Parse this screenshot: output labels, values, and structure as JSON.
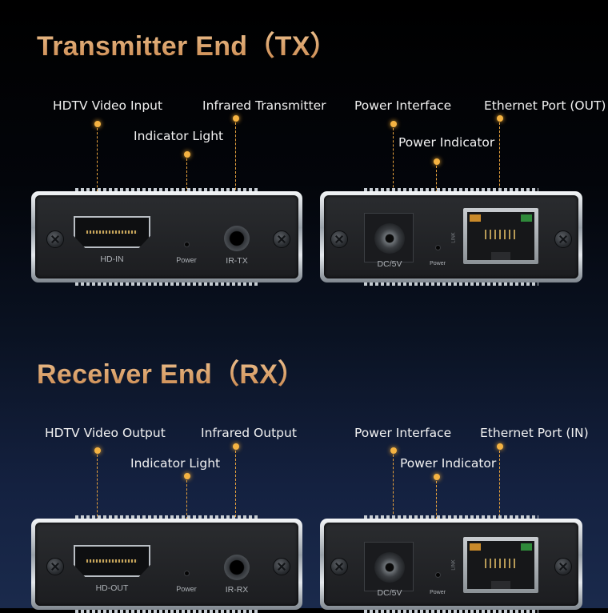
{
  "tx": {
    "title": "Transmitter End（TX）",
    "callouts": {
      "hdtv_in": "HDTV Video Input",
      "ir_tx": "Infrared Transmitter",
      "indicator": "Indicator Light",
      "power_interface": "Power Interface",
      "ethernet": "Ethernet Port (OUT)",
      "power_indicator": "Power Indicator"
    },
    "ports": {
      "hdmi": "HD-IN",
      "led": "Power",
      "ir": "IR-TX",
      "dc": "DC/5V",
      "power_small": "Power",
      "link": "LINK"
    }
  },
  "rx": {
    "title": "Receiver End（RX）",
    "callouts": {
      "hdtv_out": "HDTV Video Output",
      "ir_out": "Infrared Output",
      "indicator": "Indicator Light",
      "power_interface": "Power Interface",
      "ethernet": "Ethernet Port (IN)",
      "power_indicator": "Power Indicator"
    },
    "ports": {
      "hdmi": "HD-OUT",
      "led": "Power",
      "ir": "IR-RX",
      "dc": "DC/5V",
      "power_small": "Power",
      "link": "LINK"
    }
  },
  "colors": {
    "title_gradient_top": "#f2c998",
    "title_gradient_bottom": "#c9864c",
    "callout_dot": "#f5b342",
    "rj45_led_green": "#2f8a3a",
    "rj45_led_amber": "#c98a2a"
  }
}
